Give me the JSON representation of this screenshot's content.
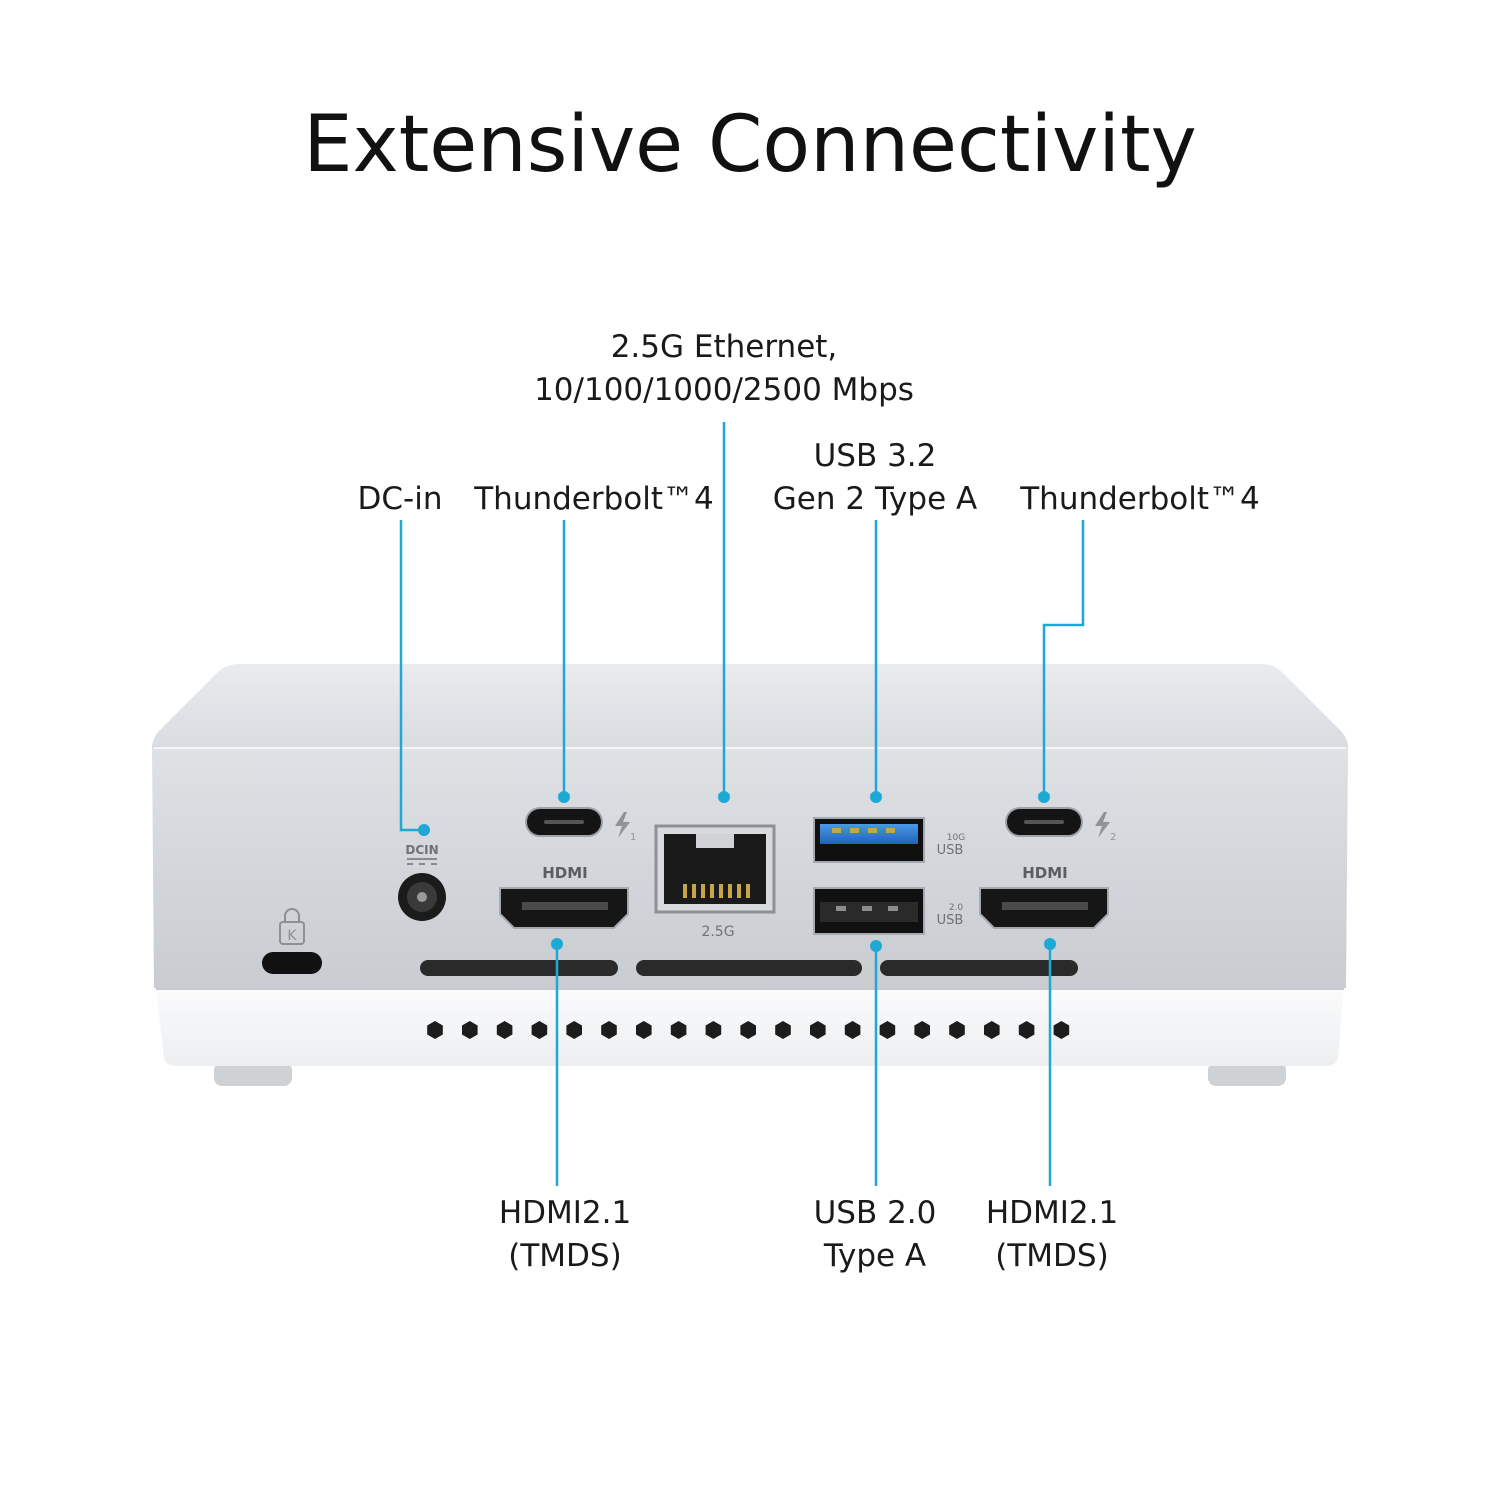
{
  "title": "Extensive Connectivity",
  "colors": {
    "leader": "#1fa8d6",
    "usb3": "#2f7fd6",
    "chassis_silver": "#d7dadd",
    "base_white": "#f3f4f5"
  },
  "callouts": {
    "dc_in": {
      "lines": [
        "DC-in"
      ]
    },
    "tb_left": {
      "lines": [
        "Thunderbolt™4"
      ]
    },
    "ethernet": {
      "lines": [
        "2.5G Ethernet,",
        "10/100/1000/2500 Mbps"
      ]
    },
    "usb32": {
      "lines": [
        "USB 3.2",
        "Gen 2 Type A"
      ]
    },
    "tb_right": {
      "lines": [
        "Thunderbolt™4"
      ]
    },
    "hdmi_left": {
      "lines": [
        "HDMI2.1",
        "(TMDS)"
      ]
    },
    "usb20": {
      "lines": [
        "USB 2.0",
        "Type A"
      ]
    },
    "hdmi_right": {
      "lines": [
        "HDMI2.1",
        "(TMDS)"
      ]
    }
  },
  "port_markings": {
    "dcin": "DCIN",
    "hdmi_left": "HDMI",
    "hdmi_right": "HDMI",
    "lan": "2.5G",
    "usb3_speed": "10G",
    "usb3_label": "USB",
    "usb2_speed": "2.0",
    "usb2_label": "USB",
    "tb1_index": "1",
    "tb2_index": "2",
    "kensington": "K"
  }
}
